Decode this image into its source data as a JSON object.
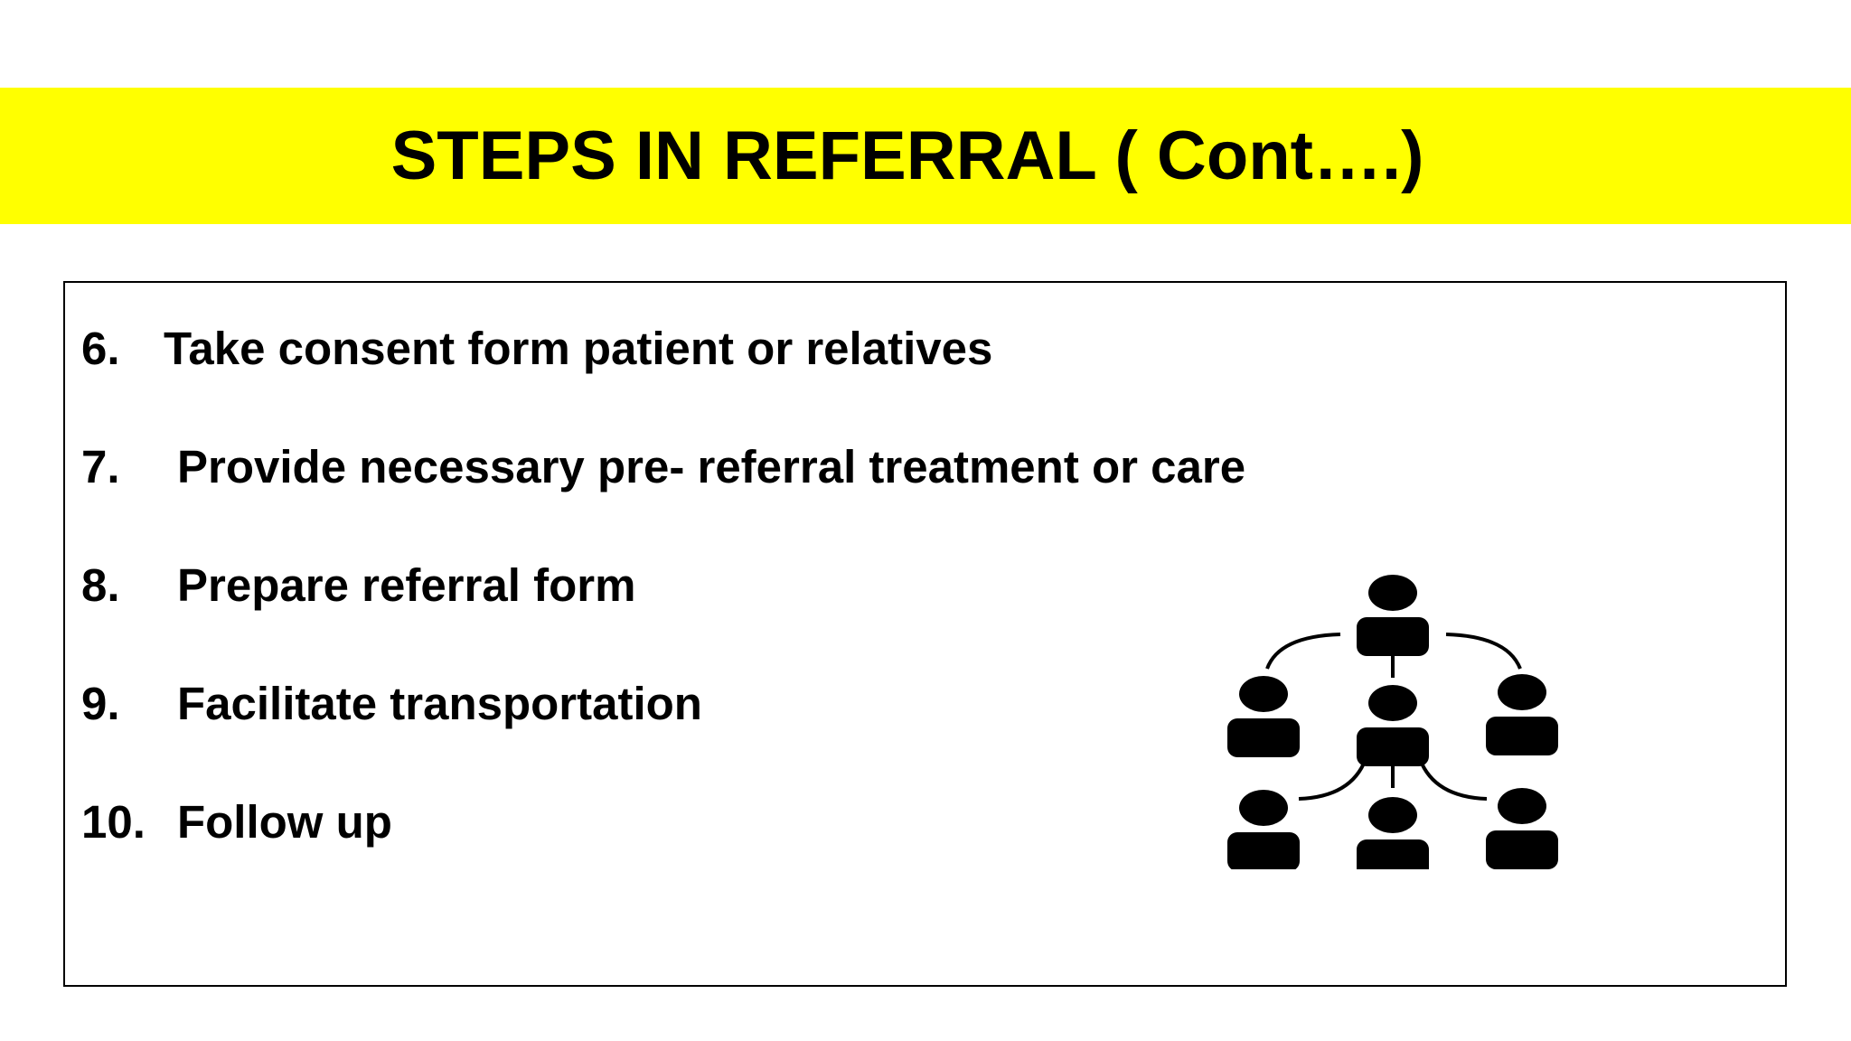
{
  "slide": {
    "title": "STEPS IN REFERRAL ( Cont….)",
    "steps": [
      {
        "number": "6.",
        "text": "Take consent form patient or relatives"
      },
      {
        "number": "7.",
        "text": "Provide necessary pre- referral treatment or care"
      },
      {
        "number": "8.",
        "text": "Prepare referral form"
      },
      {
        "number": "9.",
        "text": "Facilitate transportation"
      },
      {
        "number": "10.",
        "text": "Follow up"
      }
    ],
    "illustration_icon": "organization-chart-icon",
    "colors": {
      "title_band": "#ffff00",
      "text": "#000000",
      "background": "#ffffff"
    }
  }
}
